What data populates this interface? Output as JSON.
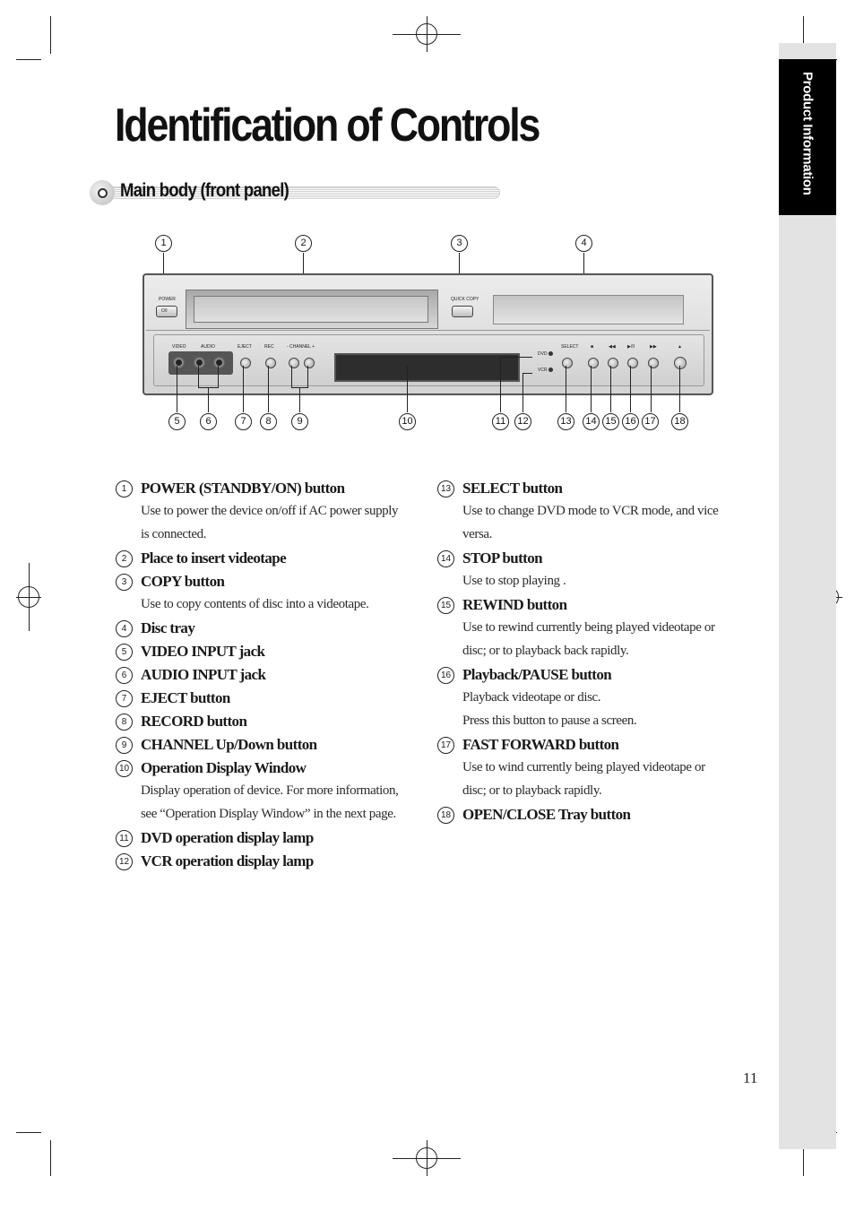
{
  "side_tab": {
    "label": "Product Information"
  },
  "page_title": "Identification of Controls",
  "section_title": "Main body (front panel)",
  "diagram": {
    "callouts_top": [
      "1",
      "2",
      "3",
      "4"
    ],
    "callouts_bottom": [
      "5",
      "6",
      "7",
      "8",
      "9",
      "10",
      "11",
      "12",
      "13",
      "14",
      "15",
      "16",
      "17",
      "18"
    ],
    "panel_labels": {
      "power": "POWER",
      "power_btn": "O/I",
      "quick_copy": "QUICK COPY",
      "video": "VIDEO",
      "audio": "AUDIO",
      "eject": "EJECT",
      "rec": "REC",
      "channel": "- CHANNEL +",
      "dvd": "DVD",
      "vcr": "VCR",
      "select": "SELECT",
      "stop": "■",
      "rew": "◀◀",
      "play": "▶/II",
      "ff": "▶▶",
      "open": "▲"
    }
  },
  "items_left": [
    {
      "num": "1",
      "title": "POWER (STANDBY/ON) button",
      "desc": [
        "Use to power the device on/off if AC power supply",
        "is connected."
      ]
    },
    {
      "num": "2",
      "title": "Place to insert videotape",
      "desc": []
    },
    {
      "num": "3",
      "title": "COPY button",
      "desc": [
        "Use to copy contents of disc into a videotape."
      ]
    },
    {
      "num": "4",
      "title": "Disc tray",
      "desc": []
    },
    {
      "num": "5",
      "title": "VIDEO INPUT jack",
      "desc": []
    },
    {
      "num": "6",
      "title": "AUDIO INPUT jack",
      "desc": []
    },
    {
      "num": "7",
      "title": "EJECT button",
      "desc": []
    },
    {
      "num": "8",
      "title": "RECORD button",
      "desc": []
    },
    {
      "num": "9",
      "title": "CHANNEL Up/Down button",
      "desc": []
    },
    {
      "num": "10",
      "title": "Operation Display Window",
      "desc": [
        "Display operation of device. For more information,",
        "see “Operation Display Window” in the next page."
      ]
    },
    {
      "num": "11",
      "title": "DVD operation display lamp",
      "desc": []
    },
    {
      "num": "12",
      "title": "VCR operation display lamp",
      "desc": []
    }
  ],
  "items_right": [
    {
      "num": "13",
      "title": "SELECT button",
      "desc": [
        "Use to change DVD mode to VCR mode, and vice",
        "versa."
      ]
    },
    {
      "num": "14",
      "title": "STOP button",
      "desc": [
        "Use to stop playing ."
      ]
    },
    {
      "num": "15",
      "title": "REWIND button",
      "desc": [
        "Use to rewind currently being played videotape or",
        "disc; or to playback back rapidly."
      ]
    },
    {
      "num": "16",
      "title": "Playback/PAUSE button",
      "desc": [
        "Playback videotape or disc.",
        "Press this button to pause a screen."
      ]
    },
    {
      "num": "17",
      "title": "FAST FORWARD button",
      "desc": [
        "Use to wind currently being played videotape or",
        "disc; or to playback rapidly."
      ]
    },
    {
      "num": "18",
      "title": "OPEN/CLOSE Tray button",
      "desc": []
    }
  ],
  "page_number": "11"
}
